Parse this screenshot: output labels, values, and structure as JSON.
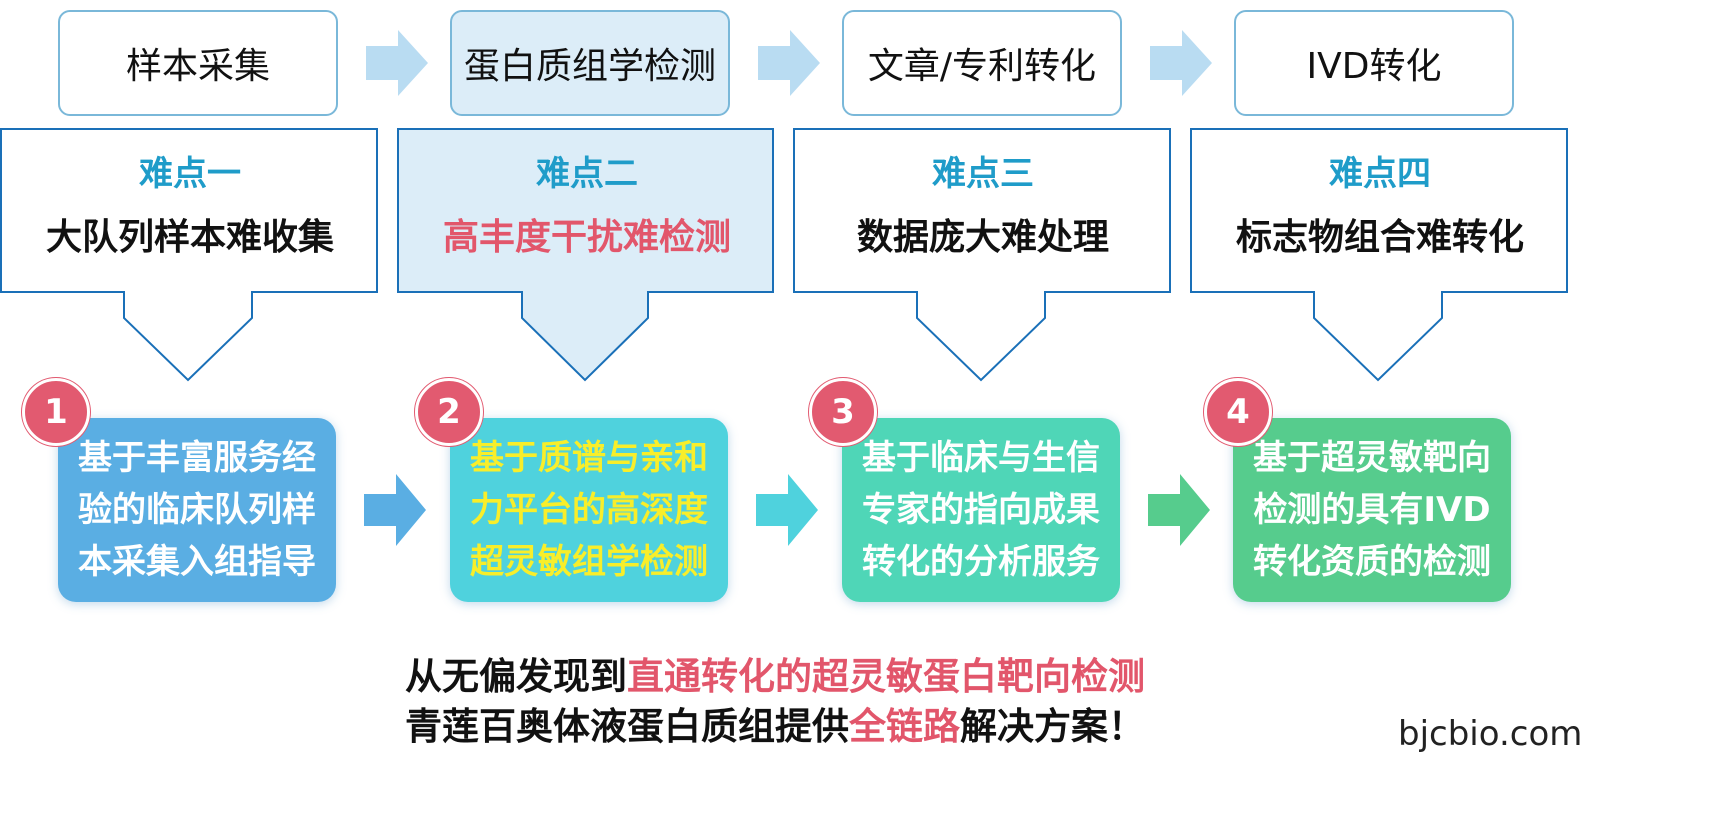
{
  "steps": [
    {
      "label": "样本采集"
    },
    {
      "label": "蛋白质组学检测"
    },
    {
      "label": "文章/专利转化"
    },
    {
      "label": "IVD转化"
    }
  ],
  "difficulties": [
    {
      "title": "难点一",
      "desc": "大队列样本难收集"
    },
    {
      "title": "难点二",
      "desc": "高丰度干扰难检测"
    },
    {
      "title": "难点三",
      "desc": "数据庞大难处理"
    },
    {
      "title": "难点四",
      "desc": "标志物组合难转化"
    }
  ],
  "solutions": [
    {
      "number": "1",
      "lines": [
        "基于丰富服务经",
        "验的临床队列样",
        "本采集入组指导"
      ],
      "color": "#5aaee3"
    },
    {
      "number": "2",
      "lines": [
        "基于质谱与亲和",
        "力平台的高深度",
        "超灵敏组学检测"
      ],
      "color": "#4fd2dd"
    },
    {
      "number": "3",
      "lines": [
        "基于临床与生信",
        "专家的指向成果",
        "转化的分析服务"
      ],
      "color": "#4fd6b7"
    },
    {
      "number": "4",
      "lines": [
        "基于超灵敏靶向",
        "检测的具有IVD",
        "转化资质的检测"
      ],
      "color": "#56cc8d"
    }
  ],
  "summary": {
    "line1_a": "从无偏发现到",
    "line1_b": "直通转化的超灵敏蛋白靶向检测",
    "line2_a": "青莲百奥体液蛋白质组提供",
    "line2_b": "全链路",
    "line2_c": "解决方案！"
  },
  "brand": "bjcbio.com",
  "colors": {
    "accent_blue": "#1f9cc9",
    "accent_pink": "#e2566b",
    "callout_border": "#1a70b8",
    "callout_active_fill": "#dcedf8"
  }
}
